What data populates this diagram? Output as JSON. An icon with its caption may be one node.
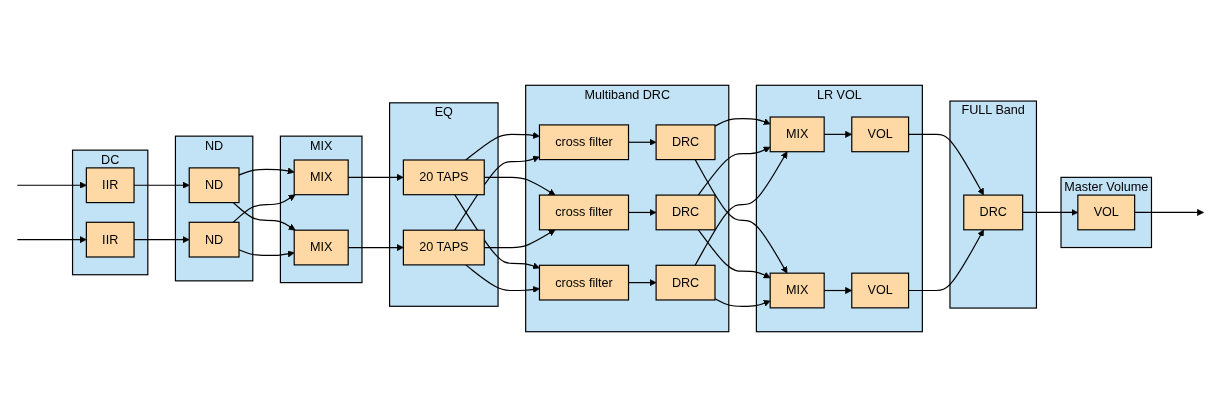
{
  "diagram": {
    "nodes": [
      {
        "text": [
          "DC"
        ]
      },
      {
        "text": [
          "IIR"
        ],
        "in": 0
      },
      {
        "text": [
          "IIR"
        ],
        "in": 0
      },
      {
        "text": [
          "ND"
        ]
      },
      {
        "text": [
          "ND"
        ],
        "in": 3
      },
      {
        "text": [
          "ND"
        ],
        "in": 3
      },
      {
        "text": [
          "MIX"
        ]
      },
      {
        "text": [
          "MIX"
        ],
        "in": 6
      },
      {
        "text": [
          "MIX"
        ],
        "in": 6
      },
      {
        "text": [
          "EQ"
        ]
      },
      {
        "text": [
          "20 TAPS"
        ],
        "in": 9
      },
      {
        "text": [
          "20 TAPS"
        ],
        "in": 9
      },
      {
        "text": [
          "Multiband DRC"
        ]
      },
      {
        "text": [
          "cross filter"
        ],
        "in": 12
      },
      {
        "text": [
          "DRC"
        ],
        "in": 12
      },
      {
        "text": [
          "cross filter"
        ],
        "in": 12
      },
      {
        "text": [
          "DRC"
        ],
        "in": 12
      },
      {
        "text": [
          "cross filter"
        ],
        "in": 12
      },
      {
        "text": [
          "DRC"
        ],
        "in": 12
      },
      {
        "text": [
          "LR VOL"
        ]
      },
      {
        "text": [
          "MIX"
        ],
        "in": 19
      },
      {
        "text": [
          "VOL"
        ],
        "in": 19
      },
      {
        "text": [
          "MIX"
        ],
        "in": 19
      },
      {
        "text": [
          "VOL"
        ],
        "in": 19
      },
      {
        "text": [
          "FULL Band"
        ]
      },
      {
        "text": [
          "DRC"
        ],
        "in": 24
      },
      {
        "text": [
          "Master Volume"
        ]
      },
      {
        "text": [
          "VOL"
        ],
        "in": 26
      }
    ],
    "edges": [
      {
        "from": null,
        "to": 1,
        "arrow": "to"
      },
      {
        "from": null,
        "to": 2,
        "arrow": "to"
      },
      {
        "from": 1,
        "to": 4,
        "arrow": "to"
      },
      {
        "from": 2,
        "to": 5,
        "arrow": "to"
      },
      {
        "from": 4,
        "to": 7,
        "arrow": "to"
      },
      {
        "from": 4,
        "to": 8,
        "arrow": "to"
      },
      {
        "from": 5,
        "to": 7,
        "arrow": "to"
      },
      {
        "from": 5,
        "to": 8,
        "arrow": "to"
      },
      {
        "from": 7,
        "to": 10,
        "arrow": "to"
      },
      {
        "from": 8,
        "to": 11,
        "arrow": "to"
      },
      {
        "from": 10,
        "to": 13,
        "arrow": "to"
      },
      {
        "from": 10,
        "to": 15,
        "arrow": "to"
      },
      {
        "from": 10,
        "to": 17,
        "arrow": "to"
      },
      {
        "from": 11,
        "to": 13,
        "arrow": "to"
      },
      {
        "from": 11,
        "to": 15,
        "arrow": "to"
      },
      {
        "from": 11,
        "to": 17,
        "arrow": "to"
      },
      {
        "from": 13,
        "to": 14,
        "arrow": "to"
      },
      {
        "from": 15,
        "to": 16,
        "arrow": "to"
      },
      {
        "from": 17,
        "to": 18,
        "arrow": "to"
      },
      {
        "from": 14,
        "to": 20,
        "arrow": "to"
      },
      {
        "from": 14,
        "to": 22,
        "arrow": "to"
      },
      {
        "from": 16,
        "to": 20,
        "arrow": "to"
      },
      {
        "from": 16,
        "to": 22,
        "arrow": "to"
      },
      {
        "from": 18,
        "to": 20,
        "arrow": "to"
      },
      {
        "from": 18,
        "to": 22,
        "arrow": "to"
      },
      {
        "from": 20,
        "to": 21,
        "arrow": "to"
      },
      {
        "from": 22,
        "to": 23,
        "arrow": "to"
      },
      {
        "from": 21,
        "to": 25,
        "arrow": "to"
      },
      {
        "from": 23,
        "to": 25,
        "arrow": "to"
      },
      {
        "from": 25,
        "to": 27,
        "arrow": "to"
      },
      {
        "from": 27,
        "to": null,
        "arrow": "to"
      }
    ]
  }
}
